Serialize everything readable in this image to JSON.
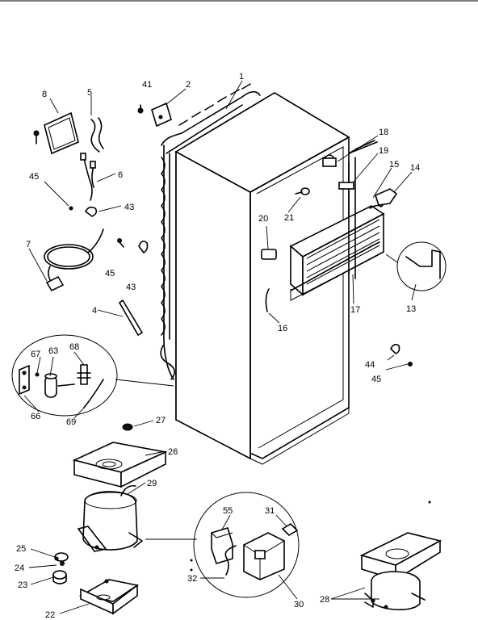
{
  "callouts": {
    "c1": "1",
    "c2": "2",
    "c4": "4",
    "c5": "5",
    "c6": "6",
    "c7": "7",
    "c8": "8",
    "c13": "13",
    "c14": "14",
    "c15": "15",
    "c16": "16",
    "c17": "17",
    "c18": "18",
    "c19": "19",
    "c20": "20",
    "c21": "21",
    "c22": "22",
    "c23": "23",
    "c24": "24",
    "c25": "25",
    "c26": "26",
    "c27": "27",
    "c28": "28",
    "c29": "29",
    "c30": "30",
    "c31": "31",
    "c32": "32",
    "c41": "41",
    "c43a": "43",
    "c43b": "43",
    "c44": "44",
    "c45a": "45",
    "c45b": "45",
    "c45c": "45",
    "c55": "55",
    "c63": "63",
    "c66": "66",
    "c67": "67",
    "c68": "68",
    "c69": "69"
  }
}
